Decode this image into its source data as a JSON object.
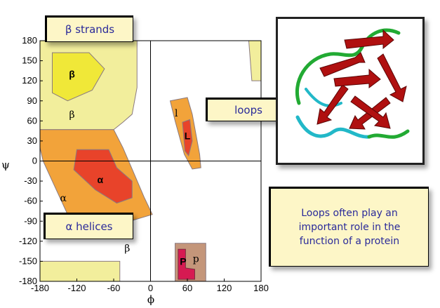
{
  "diagram": {
    "x_label": "ϕ",
    "y_label": "ψ",
    "x_ticks": [
      "-180",
      "-120",
      "-60",
      "0",
      "60",
      "120",
      "180"
    ],
    "y_ticks": [
      "180",
      "150",
      "120",
      "90",
      "60",
      "30",
      "0",
      "-30",
      "-60",
      "-90",
      "-120",
      "-150",
      "-180"
    ],
    "region_labels": {
      "beta_core": "β",
      "beta_outer": "β",
      "alpha_core": "α",
      "alpha_outer": "α",
      "lower_beta": "β",
      "left_loop_outer": "l",
      "left_loop_core": "L",
      "p_outer": "p",
      "p_core": "P"
    },
    "colors": {
      "outer": "#f2ee9c",
      "allowed": "#f2a33a",
      "core_beta": "#f0e838",
      "core_alpha": "#e8432a",
      "p_outer": "#c4967a",
      "p_core": "#d61a52",
      "callout_bg": "#fdf6c7",
      "callout_text": "#2a2a9a"
    }
  },
  "callouts": {
    "beta": "β strands",
    "loops": "loops",
    "alpha": "α helices",
    "note": "Loops often play an important role in the function of a protein"
  },
  "protein_image": {
    "colors": {
      "strand": "#b01010",
      "loop_green": "#22aa33",
      "loop_cyan": "#22b8c8"
    }
  }
}
